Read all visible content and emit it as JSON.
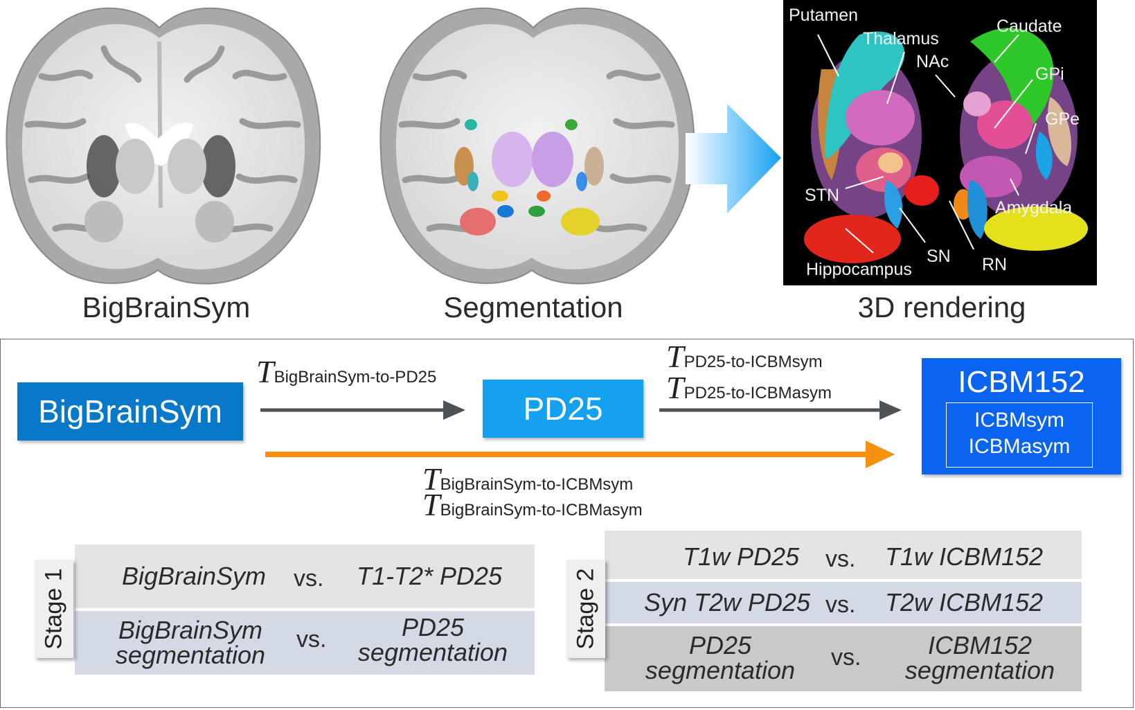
{
  "top": {
    "captions": [
      "BigBrainSym",
      "Segmentation",
      "3D rendering"
    ],
    "structure_labels": [
      "Putamen",
      "Thalamus",
      "Caudate",
      "NAc",
      "GPi",
      "GPe",
      "STN",
      "Amygdala",
      "SN",
      "RN",
      "Hippocampus"
    ]
  },
  "flow": {
    "box_bigbrainsym": "BigBrainSym",
    "box_pd25": "PD25",
    "box_icbm": "ICBM152",
    "box_icbm_inner": [
      "ICBMsym",
      "ICBMasym"
    ],
    "t_symbol": "T",
    "t_bbs_pd25": "BigBrainSym-to-PD25",
    "t_pd25_icbmsym": "PD25-to-ICBMsym",
    "t_pd25_icbmasym": "PD25-to-ICBMasym",
    "t_bbs_icbmsym": "BigBrainSym-to-ICBMsym",
    "t_bbs_icbmasym": "BigBrainSym-to-ICBMasym"
  },
  "stage1": {
    "label": "Stage 1",
    "vs": "vs.",
    "rows": [
      {
        "left": "BigBrainSym",
        "right": "T1-T2* PD25"
      },
      {
        "left1": "BigBrainSym",
        "left2": "segmentation",
        "right1": "PD25",
        "right2": "segmentation"
      }
    ]
  },
  "stage2": {
    "label": "Stage 2",
    "vs": "vs.",
    "rows": [
      {
        "left": "T1w PD25",
        "right": "T1w ICBM152"
      },
      {
        "left": "Syn T2w PD25",
        "right": "T2w ICBM152"
      },
      {
        "left1": "PD25",
        "left2": "segmentation",
        "right1": "ICBM152",
        "right2": "segmentation"
      }
    ]
  },
  "colors": {
    "bigbrainsym_box": "#0878c9",
    "pd25_box": "#13a1f0",
    "icbm_box": "#0a64ef",
    "gray_arrow": "#4d5257",
    "orange_arrow": "#f7900f",
    "row_gray": "#e4e4e4",
    "row_blue": "#d3dae6",
    "row_darkgray": "#c9c9c9"
  }
}
